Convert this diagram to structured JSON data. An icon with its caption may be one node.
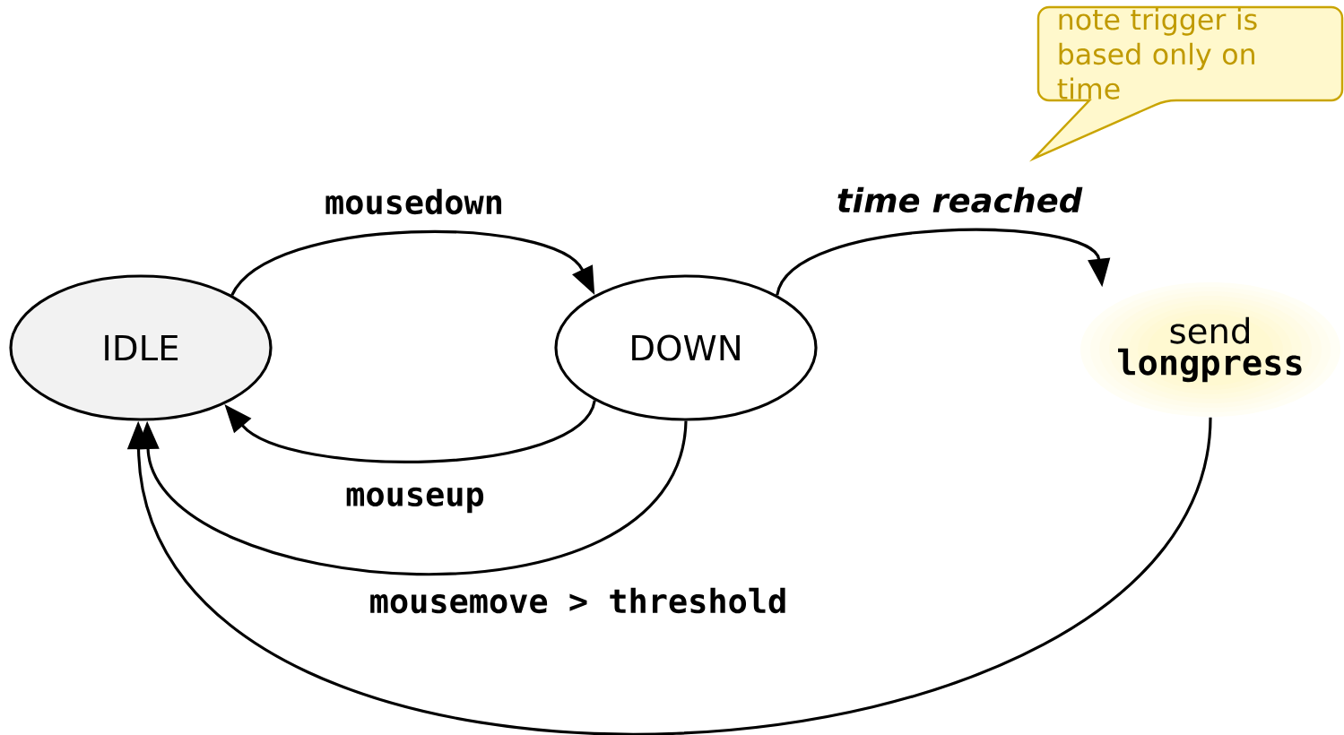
{
  "diagram": {
    "nodes": [
      {
        "text": [
          "IDLE"
        ]
      },
      {
        "text": [
          "DOWN"
        ]
      },
      {
        "text": [
          "send",
          "longpress"
        ]
      },
      {
        "text": [
          "note trigger is based only on time"
        ]
      }
    ],
    "edges": [
      {
        "from": 0,
        "to": 1,
        "arrow": "to",
        "label": "mousedown"
      },
      {
        "from": 1,
        "to": 0,
        "arrow": "to",
        "label": "mouseup"
      },
      {
        "from": 1,
        "to": 0,
        "arrow": "to",
        "label": "mousemove **> threshold**"
      },
      {
        "from": 1,
        "to": 2,
        "arrow": "to",
        "label": "time reached"
      },
      {
        "from": 2,
        "to": 0,
        "arrow": "to"
      }
    ]
  }
}
